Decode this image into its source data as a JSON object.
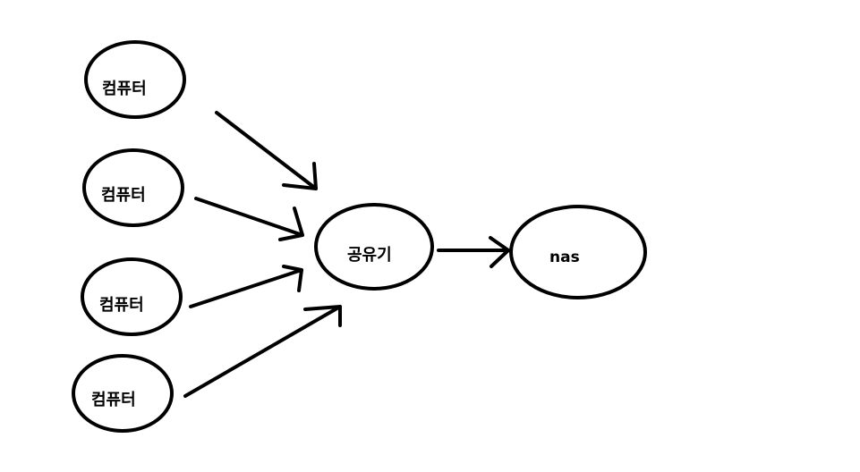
{
  "nodes": {
    "computer1": "컴퓨터",
    "computer2": "컴퓨터",
    "computer3": "컴퓨터",
    "computer4": "컴퓨터",
    "router": "공유기",
    "nas": "nas"
  }
}
